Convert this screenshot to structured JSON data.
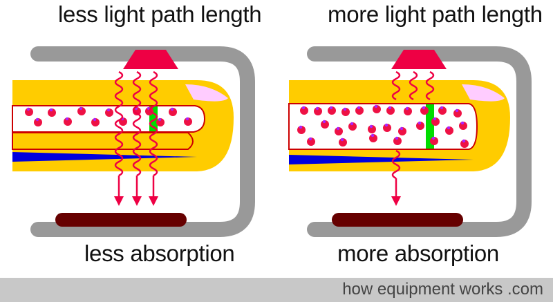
{
  "panels": [
    {
      "title": "less light path length",
      "caption": "less absorption"
    },
    {
      "title": "more light path length",
      "caption": "more absorption"
    }
  ],
  "footer": {
    "text": "how equipment works .com"
  },
  "colors": {
    "clip": "#999999",
    "finger": "#ffcc00",
    "nail": "#ffccff",
    "vessel_outline": "#cc0000",
    "blood_cell": "#ee1144",
    "artery_band": "#00dd00",
    "vein": "#0000dd",
    "emitter": "#ee0044",
    "light": "#ee0044",
    "detector": "#660000"
  }
}
